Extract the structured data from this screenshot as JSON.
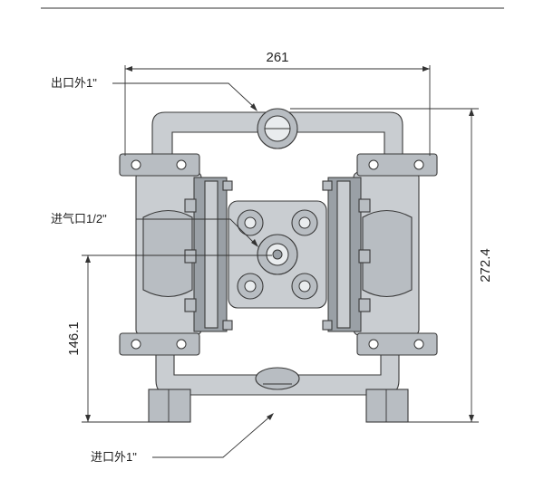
{
  "labels": {
    "outlet": "出口外1\"",
    "air_inlet": "进气口1/2\"",
    "inlet": "进口外1\""
  },
  "dimensions": {
    "width": "261",
    "height_total": "272.4",
    "height_inlet": "146.1"
  }
}
